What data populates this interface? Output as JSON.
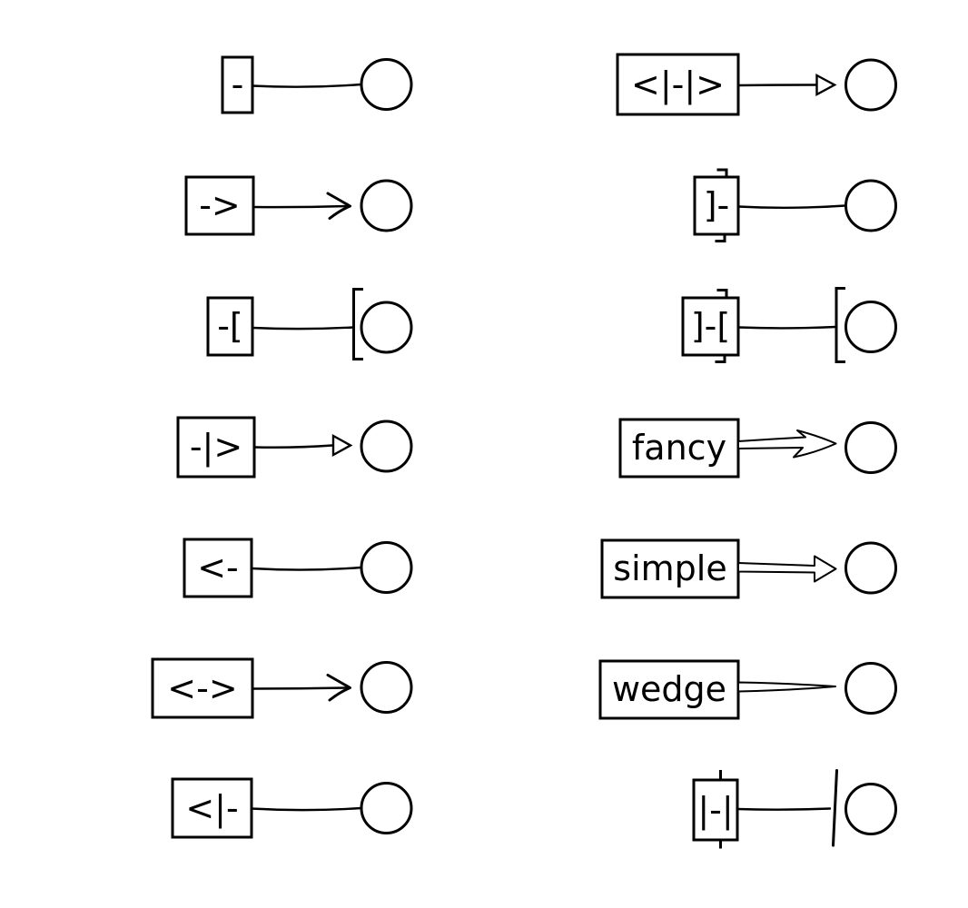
{
  "figure": {
    "background": "#ffffff",
    "stroke_color": "#000000",
    "description": "matplotlib arrow style samples: labeled boxes connected to circles"
  },
  "samples": {
    "left": [
      {
        "label": "-"
      },
      {
        "label": "->"
      },
      {
        "label": "-["
      },
      {
        "label": "-|>"
      },
      {
        "label": "<-"
      },
      {
        "label": "<->"
      },
      {
        "label": "<|-"
      }
    ],
    "right": [
      {
        "label": "<|-|>"
      },
      {
        "label": "]-"
      },
      {
        "label": "]-["
      },
      {
        "label": "fancy"
      },
      {
        "label": "simple"
      },
      {
        "label": "wedge"
      },
      {
        "label": "|-|"
      }
    ]
  }
}
